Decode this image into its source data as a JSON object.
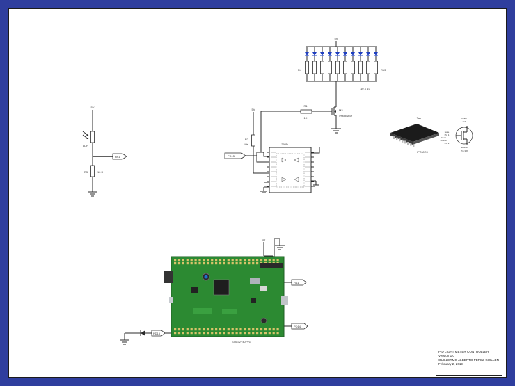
{
  "rails": {
    "v5_top": "5V",
    "v5_ldr": "5V",
    "v5_driver": "5V",
    "v3_board": "3V"
  },
  "led_array": {
    "left_resistor": "R4",
    "right_resistor": "R13",
    "caption": "10 X 10"
  },
  "mosfet": {
    "designator": "M2",
    "part": "IPT60R028G7"
  },
  "gate_resistor": {
    "name": "R1",
    "value": "1K"
  },
  "pulldown": {
    "name": "R2",
    "value": "10K"
  },
  "driver": {
    "part": "L293D"
  },
  "sensor": {
    "ldr": "LDR",
    "resistor": "R3",
    "resistor_value": "10 K"
  },
  "nets": {
    "pa1_sensor": "PA1",
    "pd15_driver": "PD15",
    "pa1_board": "PA1",
    "pd15_diode": "PD15",
    "pd14_board": "PD14"
  },
  "package": {
    "tab": "Tab",
    "name": "IPT60R0",
    "pin_labels": [
      "Drain",
      "Tab",
      "Gate",
      "Pin 1",
      "Driver",
      "Source",
      "Pin 2",
      "Source",
      "Pin 3-8"
    ]
  },
  "board": {
    "name": "STM32F407VG"
  },
  "title_block": {
    "line1": "PID LIGHT METER CONTROLLER",
    "line2": "Version 1.0",
    "line3": "GUILLERMO ALBERTO PEREZ GUILLEN",
    "line4": "February 2, 2019"
  },
  "colors": {
    "frame": "#2f3e9e",
    "led": "#1f3fbf",
    "pcb": "#2c8a32",
    "wire_purple": "#7b3fa0",
    "wire_blue": "#2f5fd0",
    "wire_red": "#d03030"
  }
}
